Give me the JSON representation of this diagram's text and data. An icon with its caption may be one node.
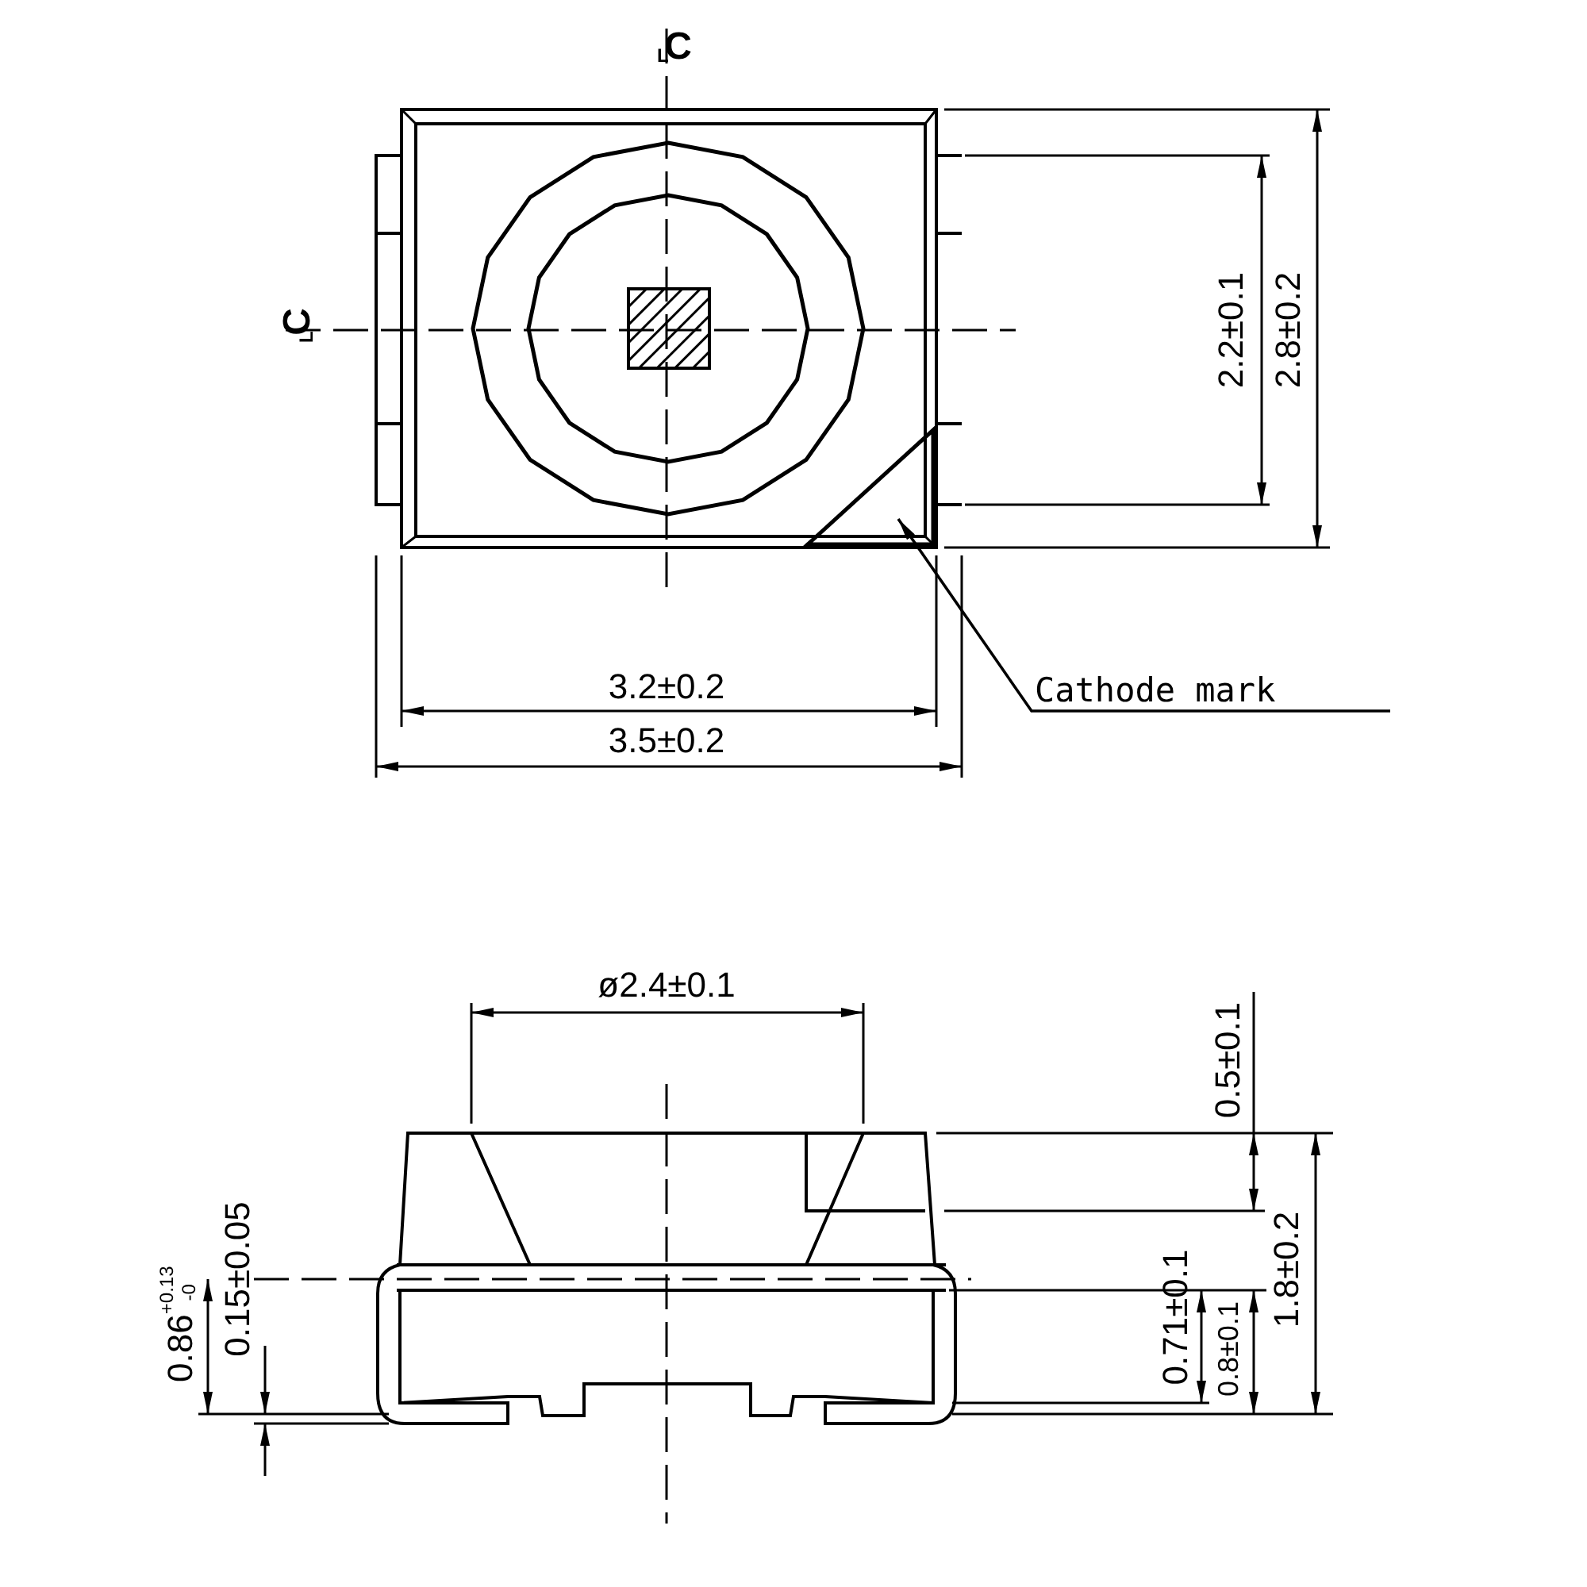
{
  "diagram": {
    "nodes": [
      {
        "text": [
          "Cathode mark"
        ]
      },
      {
        "text": [],
        "shape": "triangle"
      }
    ],
    "edges": [
      {
        "from": 0,
        "to": 1,
        "arrow": "to"
      }
    ],
    "labels": [
      "C$_{L}$",
      "C$_{L}$",
      "2.2±0.1",
      "2.8±0.2",
      "3.2±0.2",
      "3.5±0.2",
      "ø2.4±0.1",
      "0.5±0.1",
      "0.86$^{+0.13}$$_{-0}$",
      "0.15±0.05",
      "0.71±0.1",
      "0.8±0.1",
      "1.8±0.2"
    ]
  }
}
